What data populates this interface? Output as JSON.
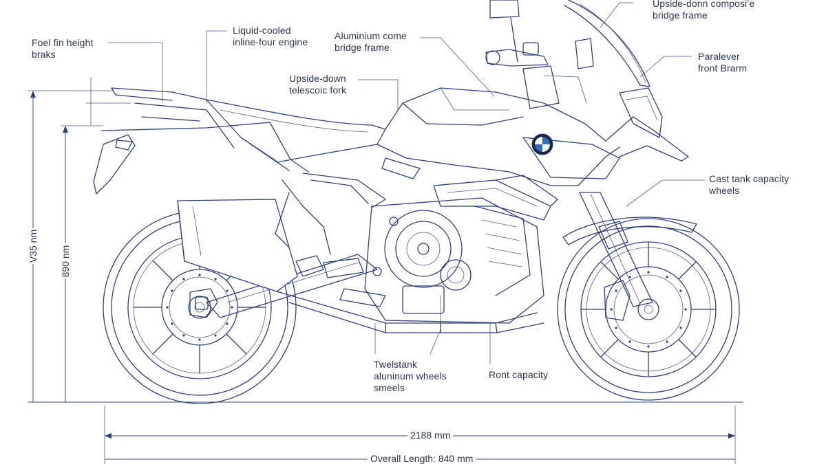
{
  "labels": {
    "fuel_height": "Foel fin height\nbraks",
    "engine": "Liquid-cooled\ninline-four engine",
    "frame_mid": "Aluminium come\nbridge frame",
    "frame_top": "Upside-donn composi’e\nbridge frame",
    "paralever": "Paralever\nfront Brarm",
    "fork": "Upside-down\ntelescoic fork",
    "cast_wheels": "Cast tank capacity\nwheels",
    "twelve_wheels": "Twelstank\naluninum wheels\nsmeels",
    "front_capacity": "Ront capacity"
  },
  "dimensions": {
    "length": "2188 mm",
    "overall": "Overall Length: 840 mm",
    "height_outer": "V35 nm",
    "height_inner": "890 nm"
  },
  "badge": {
    "icon": "bmw-roundel-icon",
    "quadrant_blue": "#2f6db5",
    "quadrant_white": "#ffffff"
  },
  "colors": {
    "line": "#2d3f78",
    "text": "#2a3550"
  }
}
